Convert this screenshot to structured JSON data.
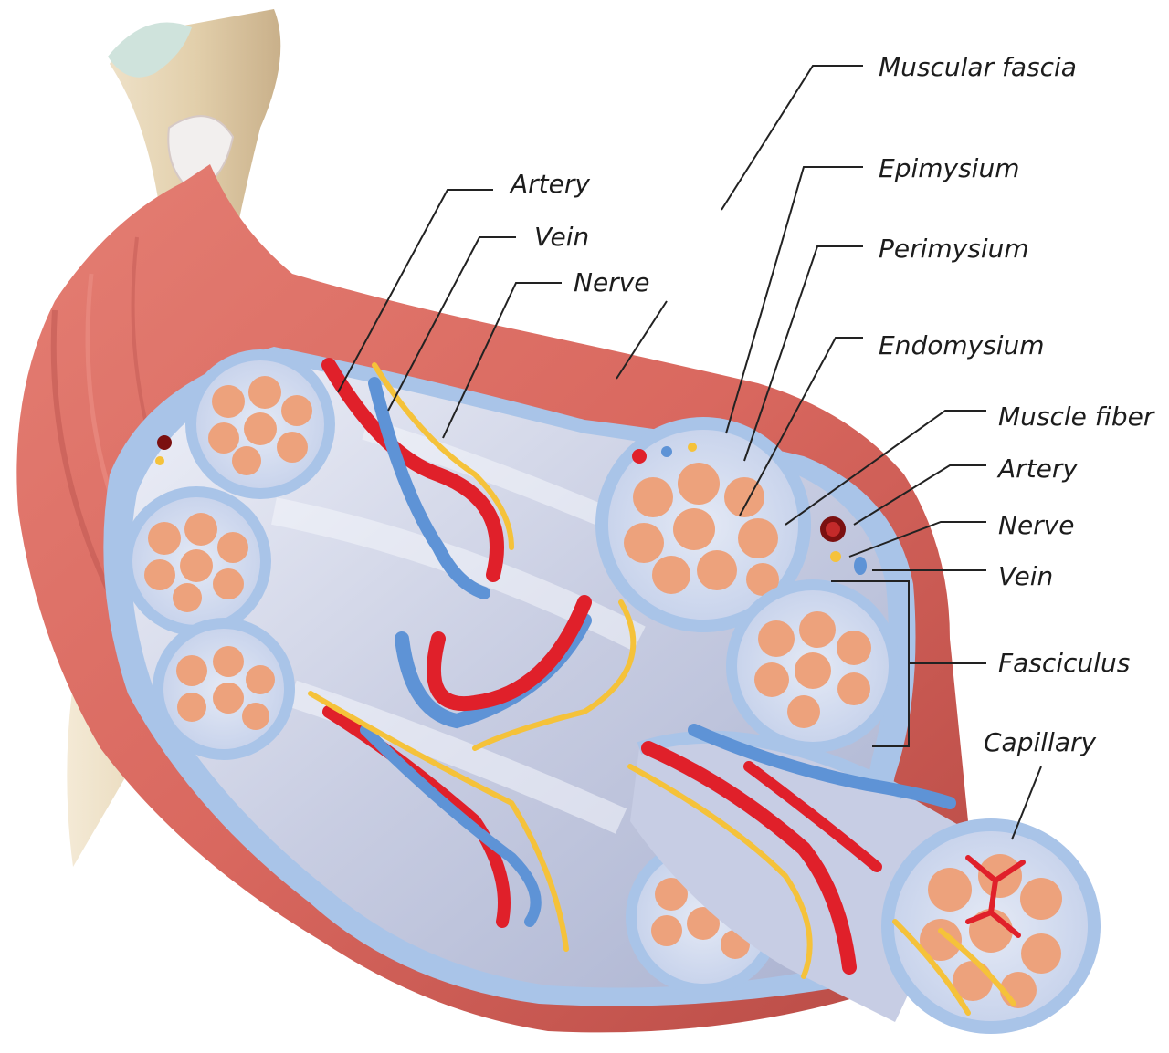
{
  "diagram": {
    "labels": {
      "artery_left": "Artery",
      "vein_left": "Vein",
      "nerve_left": "Nerve",
      "muscular_fascia": "Muscular fascia",
      "epimysium": "Epimysium",
      "perimysium": "Perimysium",
      "endomysium": "Endomysium",
      "muscle_fiber": "Muscle fiber",
      "artery_right": "Artery",
      "nerve_right": "Nerve",
      "vein_right": "Vein",
      "fasciculus": "Fasciculus",
      "capillary": "Capillary"
    },
    "colors": {
      "muscle_red": "#d9685f",
      "muscle_dark": "#b84a45",
      "tendon": "#e7d7b8",
      "connective_blue": "#a9c4e8",
      "connective_light": "#dfe4f2",
      "fiber_orange": "#eda27c",
      "artery_red": "#e0202a",
      "vein_blue": "#5e93d6",
      "nerve_yellow": "#f5c23a"
    }
  }
}
